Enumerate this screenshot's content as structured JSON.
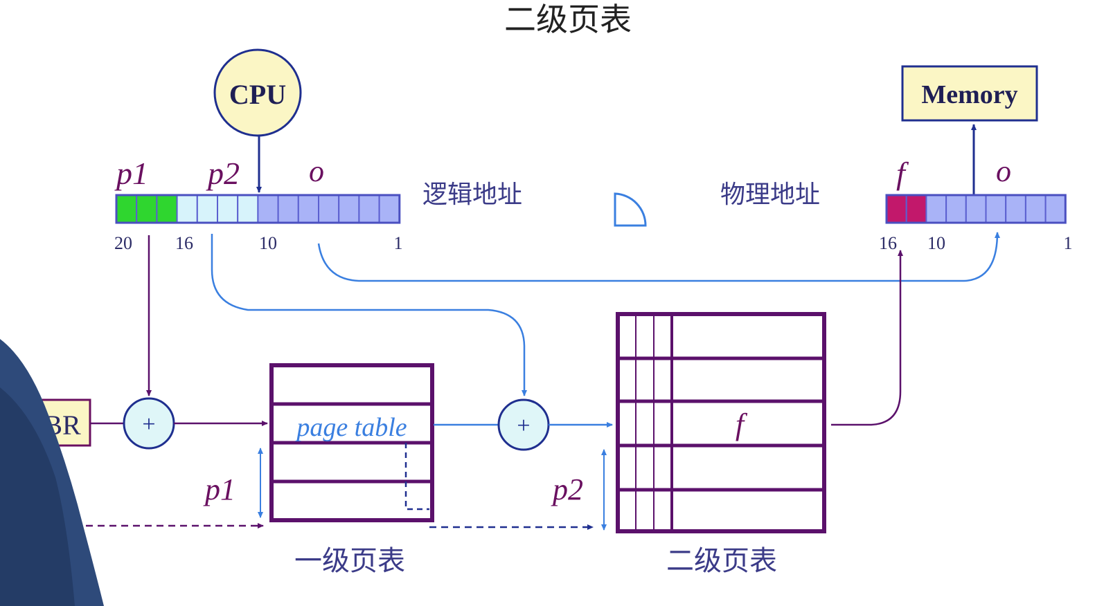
{
  "slide": {
    "title": "二级页表"
  },
  "nodes": {
    "cpu": "CPU",
    "memory": "Memory",
    "ptbr_partial": "BR",
    "adder_symbol": "+"
  },
  "logical_address": {
    "label": "逻辑地址",
    "field_p1": "p1",
    "field_p2": "p2",
    "field_offset": "o",
    "bit_labels": [
      "20",
      "16",
      "10",
      "1"
    ],
    "bit_colors": {
      "p1": "#2fd62f",
      "p2": "#d7f3fb",
      "offset": "#a9b3f7"
    }
  },
  "physical_address": {
    "label": "物理地址",
    "field_frame": "f",
    "field_offset": "o",
    "bit_labels": [
      "16",
      "10",
      "1"
    ],
    "bit_colors": {
      "frame": "#c2186b",
      "offset": "#a9b3f7"
    }
  },
  "first_level_table": {
    "inner_label": "page table",
    "caption": "一级页表",
    "index_label": "p1"
  },
  "second_level_table": {
    "frame_label": "f",
    "caption": "二级页表",
    "index_label": "p2"
  },
  "colors": {
    "purple": "#5b116b",
    "dark_purple": "#4a1259",
    "blue": "#3a7fe0",
    "navy": "#1f2f8f",
    "cpu_fill": "#fbf6c5",
    "memory_fill": "#fbf6c5",
    "adder_fill": "#dff6f8"
  }
}
